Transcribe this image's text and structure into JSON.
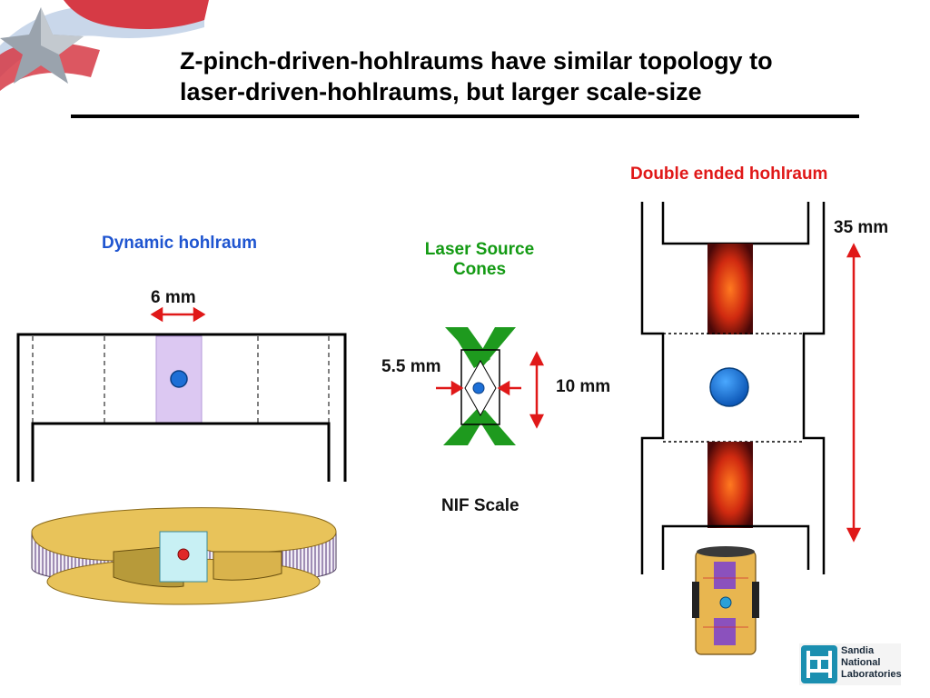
{
  "slide": {
    "title_line1": "Z-pinch-driven-hohlraums have similar topology to",
    "title_line2": "laser-driven-hohlraums, but larger scale-size"
  },
  "dynamic": {
    "label": "Dynamic hohlraum",
    "dimension": "6 mm"
  },
  "laser": {
    "label_line1": "Laser Source",
    "label_line2": "Cones",
    "width_dim": "5.5 mm",
    "height_dim": "10 mm",
    "scale_label": "NIF Scale"
  },
  "double": {
    "label": "Double ended hohlraum",
    "dimension": "35 mm"
  },
  "logo": {
    "line1": "Sandia",
    "line2": "National",
    "line3": "Laboratories"
  },
  "colors": {
    "title_blue": "#1f55d0",
    "title_green": "#139a13",
    "title_red": "#e01818",
    "arrow_red": "#e01818",
    "capsule_blue": "#1d6fd6",
    "gold": "#e8c35a",
    "cone_green": "#1e9a1e",
    "lavender": "#dcc8f2"
  }
}
